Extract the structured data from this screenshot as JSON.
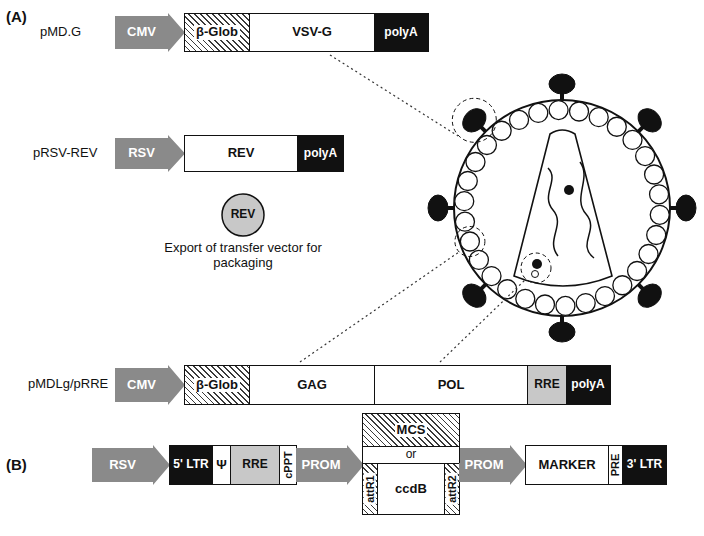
{
  "diagram": {
    "nodes": [
      {
        "text": [
          "CMV"
        ]
      },
      {
        "text": [
          "β-Glob"
        ]
      },
      {
        "text": [
          "VSV-G"
        ]
      },
      {
        "text": [
          "polyA"
        ]
      },
      {
        "text": [
          "RSV"
        ]
      },
      {
        "text": [
          "REV"
        ]
      },
      {
        "text": [
          "polyA"
        ]
      },
      {
        "text": [
          "REV"
        ]
      },
      {
        "text": [
          "CMV"
        ]
      },
      {
        "text": [
          "β-Glob"
        ]
      },
      {
        "text": [
          "GAG"
        ]
      },
      {
        "text": [
          "POL"
        ]
      },
      {
        "text": [
          "RRE"
        ]
      },
      {
        "text": [
          "polyA"
        ]
      },
      {
        "text": [
          "RSV"
        ]
      },
      {
        "text": [
          "5' LTR"
        ]
      },
      {
        "text": [
          "Ψ"
        ]
      },
      {
        "text": [
          "RRE"
        ]
      },
      {
        "text": [
          "cPPT"
        ]
      },
      {
        "text": [
          "PROM"
        ]
      },
      {
        "text": [
          "MCS"
        ]
      },
      {
        "text": [
          "attR1"
        ]
      },
      {
        "text": [
          "ccdB"
        ]
      },
      {
        "text": [
          "attR2"
        ]
      },
      {
        "text": [
          "PROM"
        ]
      },
      {
        "text": [
          "MARKER"
        ]
      },
      {
        "text": [
          "PRE"
        ]
      },
      {
        "text": [
          "3' LTR"
        ]
      }
    ],
    "labels": [
      "(A)",
      "pMD.G",
      "pRSV-REV",
      "Export of transfer vector for packaging",
      "pMDLg/pRRE",
      "(B)",
      "or"
    ]
  }
}
